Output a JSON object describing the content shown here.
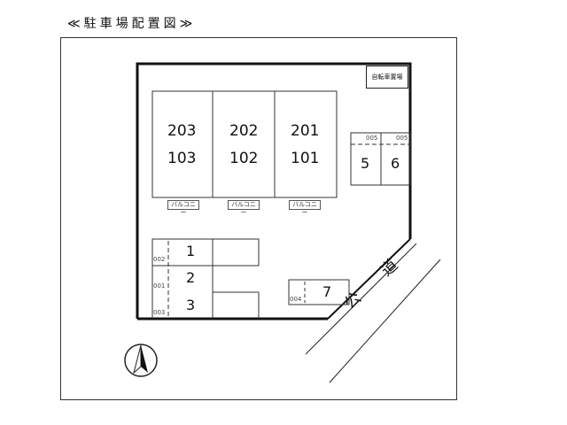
{
  "title": "≪駐車場配置図≫",
  "building": {
    "upper_units": [
      "203",
      "202",
      "201"
    ],
    "lower_units": [
      "103",
      "102",
      "101"
    ],
    "balcony_label": "バルコニー"
  },
  "bicycle_parking": "自転車置場",
  "parking_left": [
    {
      "code": "002",
      "number": "1"
    },
    {
      "code": "001",
      "number": "2"
    },
    {
      "code": "003",
      "number": "3"
    }
  ],
  "parking_right": [
    {
      "code": "005",
      "number": "5"
    },
    {
      "code": "005",
      "number": "6"
    }
  ],
  "parking_bottom": {
    "code": "004",
    "number": "7"
  },
  "road_label": "公 道"
}
